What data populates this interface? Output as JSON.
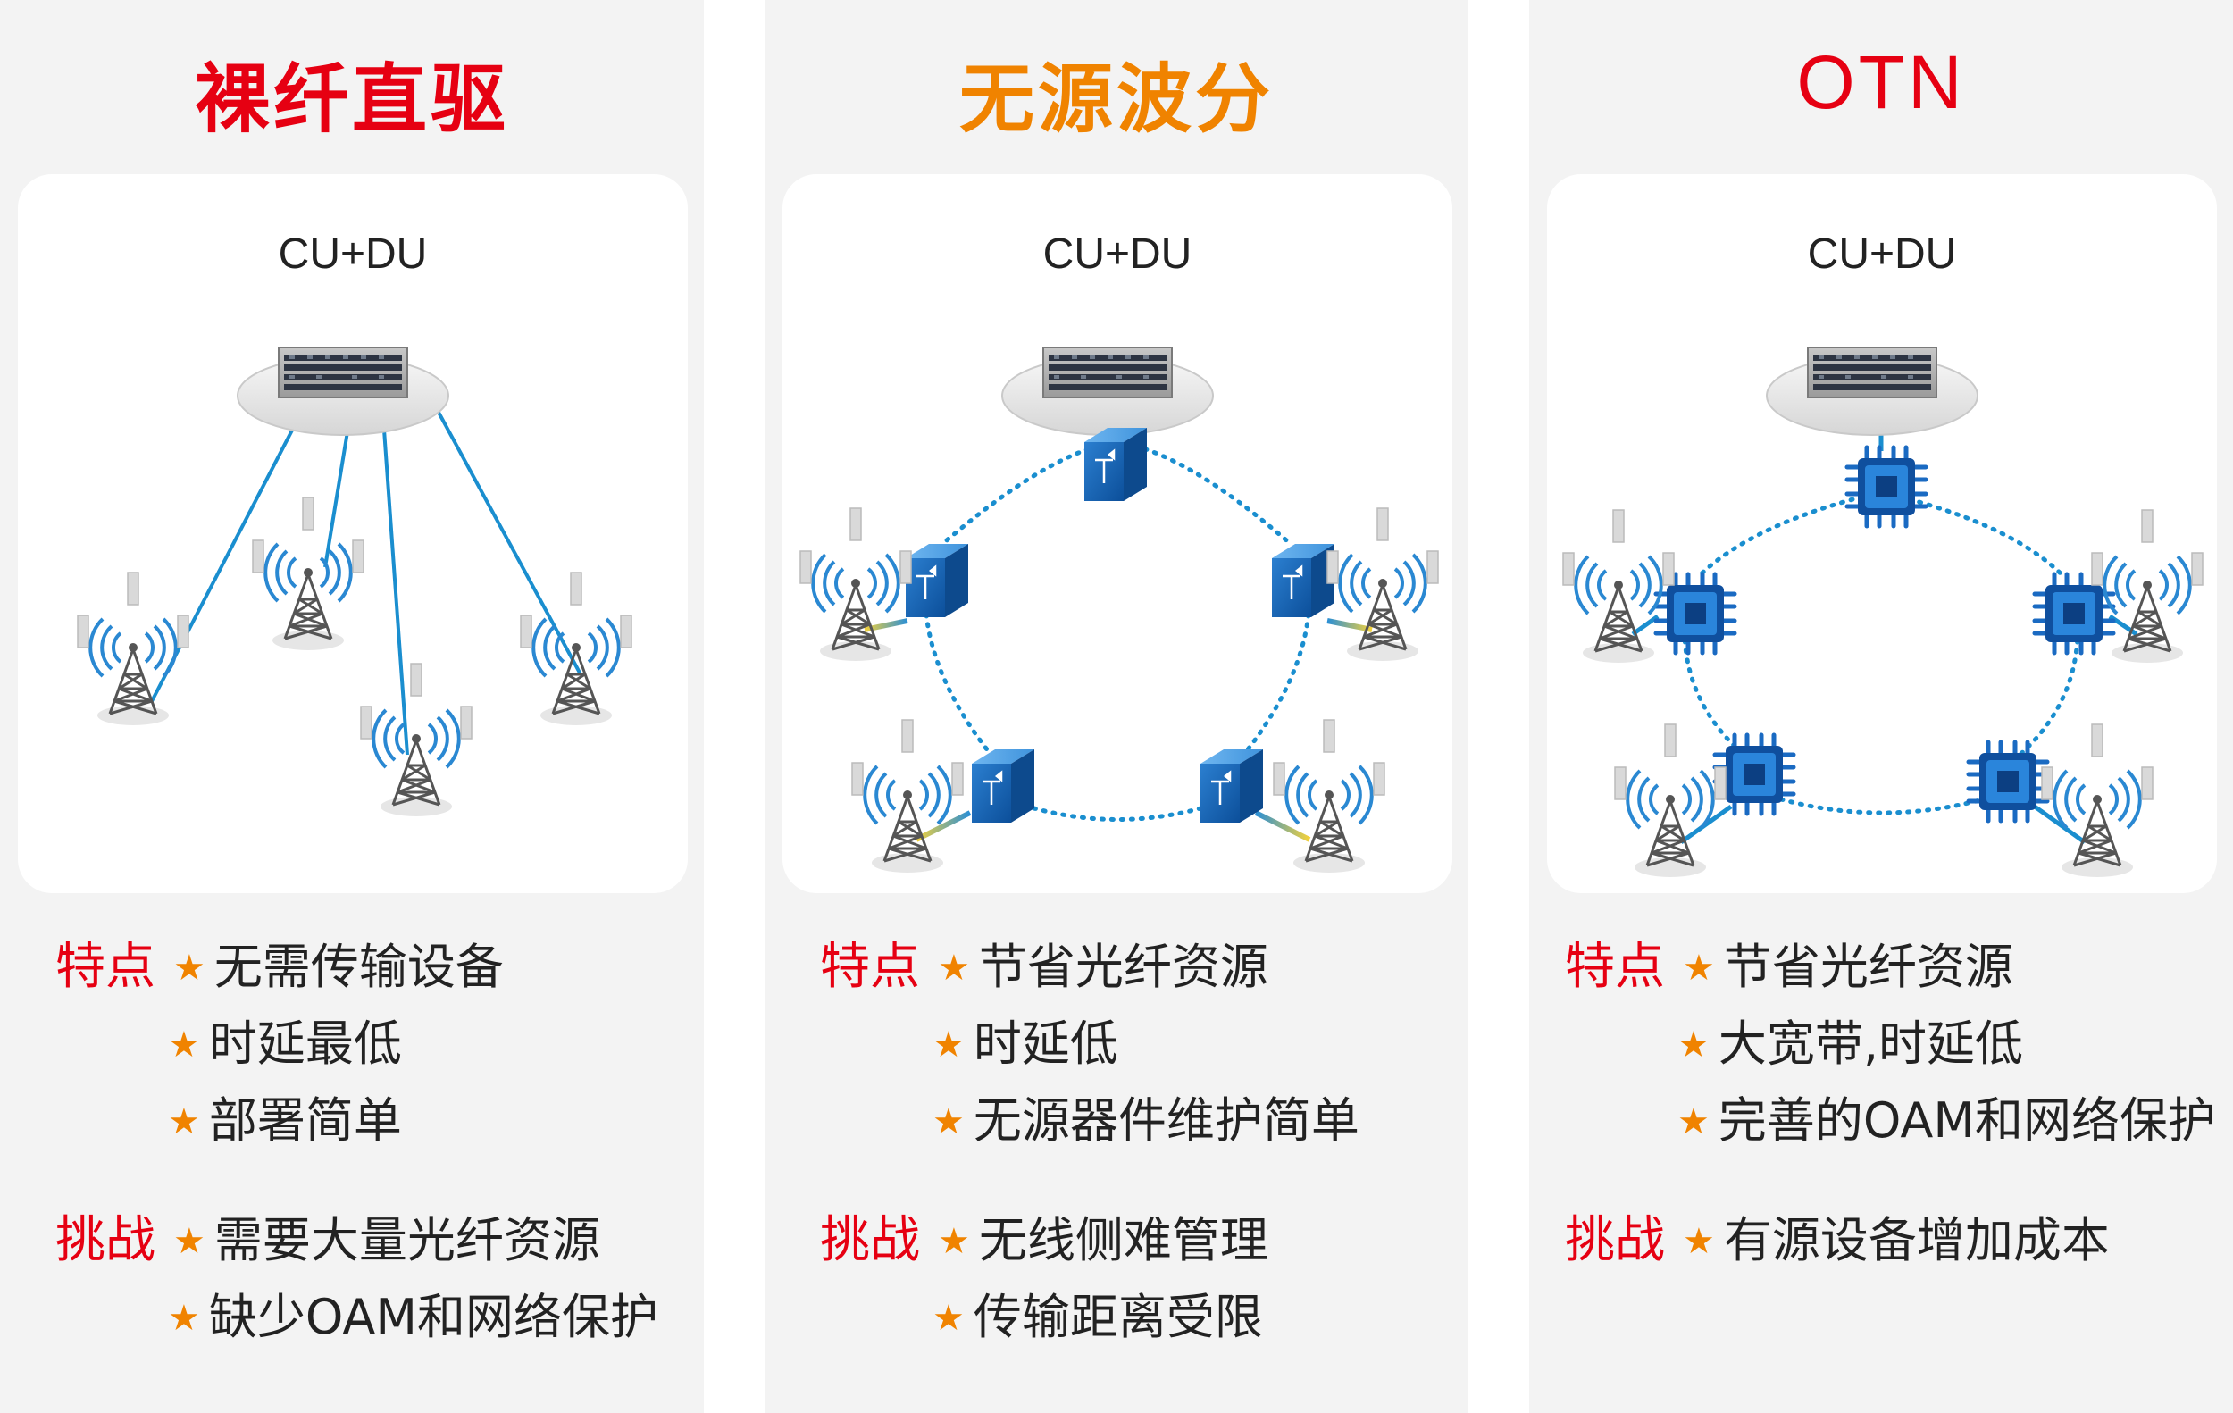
{
  "colors": {
    "title_red": "#e60012",
    "title_orange": "#f08300",
    "label_red": "#e60012",
    "star_orange": "#f08300",
    "fiber_blue": "#1a8ecf"
  },
  "icons": {
    "server": "server-icon",
    "tower": "cell-tower-icon",
    "wdm_box": "wdm-box-icon",
    "otn_chip": "otn-chip-icon",
    "star": "star-icon"
  },
  "panels": [
    {
      "title": "裸纤直驱",
      "title_color": "#e60012",
      "cu_du": "CU+DU",
      "feature_label": "特点",
      "features": [
        "无需传输设备",
        "时延最低",
        "部署简单"
      ],
      "challenge_label": "挑战",
      "challenges": [
        "需要大量光纤资源",
        "缺少OAM和网络保护"
      ]
    },
    {
      "title": "无源波分",
      "title_color": "#f08300",
      "cu_du": "CU+DU",
      "feature_label": "特点",
      "features": [
        "节省光纤资源",
        "时延低",
        "无源器件维护简单"
      ],
      "challenge_label": "挑战",
      "challenges": [
        "无线侧难管理",
        "传输距离受限"
      ]
    },
    {
      "title": "OTN",
      "title_color": "#e60012",
      "cu_du": "CU+DU",
      "feature_label": "特点",
      "features": [
        "节省光纤资源",
        "大宽带,时延低",
        "完善的OAM和网络保护"
      ],
      "challenge_label": "挑战",
      "challenges": [
        "有源设备增加成本"
      ]
    }
  ]
}
